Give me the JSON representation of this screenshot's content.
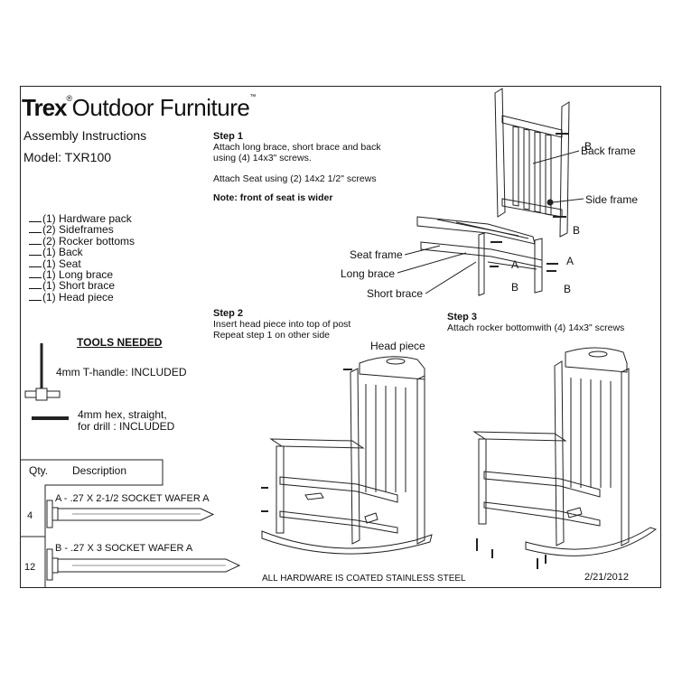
{
  "brand": {
    "bold": "Trex",
    "regular": "Outdoor Furniture"
  },
  "header": {
    "doc_title": "Assembly Instructions",
    "model": "Model: TXR100"
  },
  "parts_list": [
    "(1) Hardware pack",
    "(2) Sideframes",
    "(2) Rocker bottoms",
    "(1) Back",
    "(1) Seat",
    "(1) Long brace",
    "(1) Short brace",
    "(1) Head piece"
  ],
  "tools": {
    "heading": "TOOLS NEEDED",
    "t_handle": "4mm T-handle: INCLUDED",
    "hex_line1": "4mm hex, straight,",
    "hex_line2": "for drill : INCLUDED"
  },
  "hardware_table": {
    "col_qty": "Qty.",
    "col_desc": "Description",
    "rows": [
      {
        "qty": "4",
        "desc": "A - .27 X 2-1/2 SOCKET WAFER A"
      },
      {
        "qty": "12",
        "desc": "B - .27 X 3 SOCKET WAFER A"
      }
    ]
  },
  "step1": {
    "title": "Step 1",
    "line1": "Attach long brace, short brace and back",
    "line2": "using (4) 14x3\" screws.",
    "line3": "Attach Seat using (2) 14x2 1/2\" screws",
    "note": "Note: front of seat is wider",
    "labels": {
      "back_frame": "Back frame",
      "side_frame": "Side frame",
      "seat_frame": "Seat frame",
      "long_brace": "Long brace",
      "short_brace": "Short brace",
      "a": "A",
      "b": "B"
    }
  },
  "step2": {
    "title": "Step 2",
    "line1": "Insert head piece into top of post",
    "line2": "Repeat step 1 on other side",
    "head_piece": "Head piece"
  },
  "step3": {
    "title": "Step 3",
    "line1": "Attach rocker bottomwith (4) 14x3\" screws"
  },
  "footer": {
    "note": "ALL HARDWARE IS COATED STAINLESS STEEL",
    "date": "2/21/2012"
  }
}
